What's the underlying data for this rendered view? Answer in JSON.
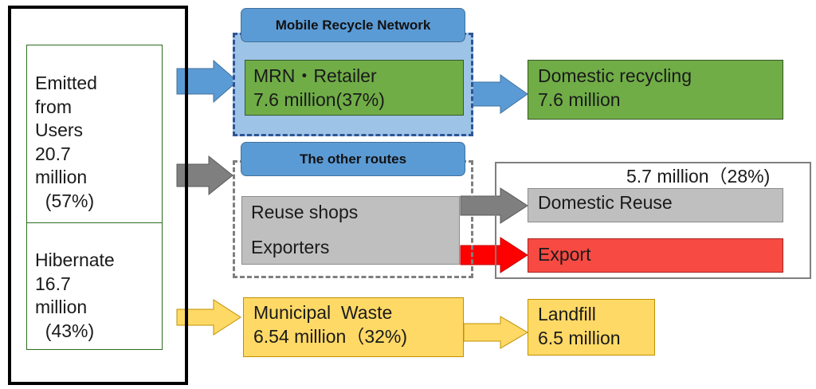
{
  "colors": {
    "blue": "#5b9bd5",
    "light_blue": "#9dc3e6",
    "dark_blue_dashed": "#2f5597",
    "green": "#70ad47",
    "gray": "#bfbfbf",
    "red": "#f74a43",
    "yellow": "#ffd966",
    "dark_gray_arrow": "#7f7f7f",
    "bright_red_arrow": "#ff0000"
  },
  "users": {
    "emitted": {
      "lines": [
        "Emitted",
        "from",
        "Users",
        "20.7",
        "million",
        "  (57%)"
      ]
    },
    "hibernate": {
      "lines": [
        "Hibernate",
        "16.7",
        "million",
        "  (43%)"
      ]
    }
  },
  "mrn": {
    "header": "Mobile Recycle Network",
    "box": {
      "line1": "MRN・Retailer",
      "line2": "7.6 million(37%)"
    }
  },
  "domestic_recycling": {
    "line1": "Domestic recycling",
    "line2": "7.6 million"
  },
  "other_routes": {
    "header": "The other routes",
    "items": [
      "Reuse shops",
      "Exporters"
    ]
  },
  "reuse_export_group": {
    "total": "5.7 million（28%)",
    "domestic_reuse": "Domestic Reuse",
    "export": "Export"
  },
  "municipal_waste": {
    "line1": "Municipal  Waste",
    "line2": "6.54 million（32%)"
  },
  "landfill": {
    "line1": "Landfill",
    "line2": "6.5 million"
  }
}
